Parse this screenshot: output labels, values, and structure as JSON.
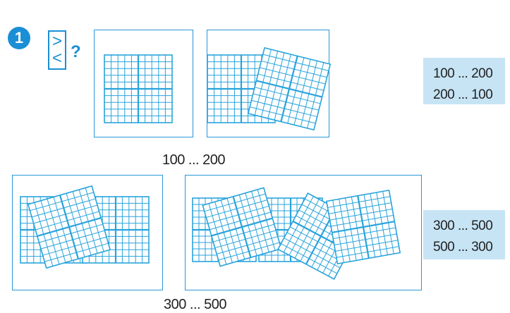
{
  "exercise": {
    "number": "1",
    "compare_symbols": {
      "greater": ">",
      "less": "<"
    },
    "question_mark": "?"
  },
  "task_a": {
    "caption": "100 ... 200",
    "answers": [
      "100 ... 200",
      "200 ... 100"
    ]
  },
  "task_b": {
    "caption": "300 ... 500",
    "answers": [
      "300 ... 500",
      "500 ... 300"
    ]
  },
  "colors": {
    "accent": "#1a8fd6",
    "grid": "#29a3dc",
    "answer_bg": "#c7e4f5"
  }
}
